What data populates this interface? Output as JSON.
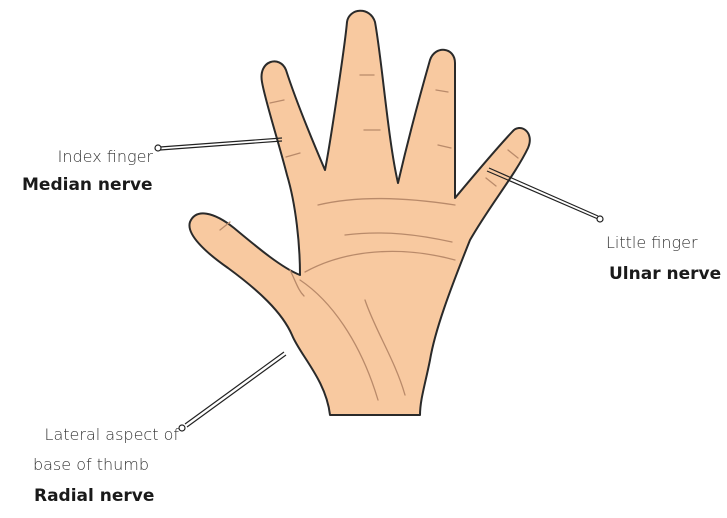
{
  "labels": {
    "index": {
      "site": "Index finger",
      "nerve": "Median nerve"
    },
    "little": {
      "site": "Little finger",
      "nerve": "Ulnar nerve"
    },
    "thumb": {
      "site_line1": "Lateral aspect of",
      "site_line2": "base of thumb",
      "nerve": "Radial nerve"
    }
  },
  "colors": {
    "skin": "#f8c9a0",
    "outline": "#2a2a2a",
    "crease": "#b98a6a"
  }
}
